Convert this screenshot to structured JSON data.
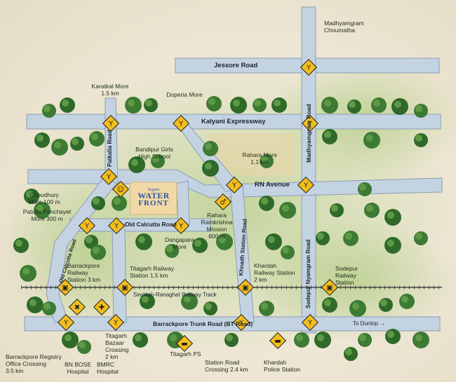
{
  "roads": {
    "jessore": "Jessore Road",
    "kalyani": "Kalyani Expressway",
    "rn_avenue": "RN Avenue",
    "old_calcutta": "Old Calcutta Road",
    "old_calcutta_v": "Old Calcutta Road",
    "bt_road": "Barrackpore Trunk Road (BT Road)",
    "madhyamgram": "Madhyamgram Road",
    "sodepur_nyamgram": "Sodepur Nyamgram Road",
    "khnadh_station": "Khnadh Station Road",
    "patkalia": "Patkalia Road",
    "railway_track": "Sealdah-Ranaghat Railway Track",
    "to_dunlop": "To Dunlop →"
  },
  "places": {
    "madhyamgram_choumatha": "Madhyamgram\nChoumatha",
    "karatkal_more": "Karatkal More\n1.5 km",
    "doperia_more": "Doperia More",
    "bandipur_girls": "Bandipur Girls\nHigh School",
    "rahara_more": "Rahara More\n1.1 km",
    "choudhury_more": "Choudhury\nMore 100 m",
    "patulia_panchayet": "Patulia Panchayet\nMore 300 m",
    "rahara_mission": "Rahara\nRamkrishna\nMission\n600 m",
    "dangapara_more": "Dangapara\nMore",
    "barrackpore_railway": "Barrackpore\nRailway\nStation 3 km",
    "titagarh_railway": "Titagarh Railway\nStation 1.5 km",
    "khardah_railway": "Khardah\nRailway Station\n2 km",
    "sodepur_railway": "Sodepur\nRailway\nStation",
    "barrackpore_registry": "Barrackpore Registry\nOffice Crossing\n3.5 km",
    "bn_bose": "BN BOSE\nHospital",
    "bmrc_hospital": "BMRC\nHospital",
    "titagarh_bazaar": "Titagarh\nBazaar\nCrossing\n2 km",
    "titagarh_ps": "Titagarh PS",
    "station_road_crossing": "Station Road\nCrossing 2.4 km",
    "khardah_police": "Khardah\nPolice Station"
  },
  "project": {
    "brand_top": "Sugam",
    "brand_line1": "WATER",
    "brand_line2": "FRONT"
  },
  "colors": {
    "road_fill": "#c4d3e2",
    "road_edge": "#8a9db2",
    "sign_fill": "#f2bd1d",
    "tree_dark": "#2f6a2a",
    "tree_light": "#5e9a45",
    "grass": "#b9cf8e",
    "site_fill": "#f1d9a6",
    "brand_blue": "#2c58a6"
  },
  "icons": [
    "junction-sign-icon",
    "train-sign-icon",
    "hospital-sign-icon",
    "police-car-sign-icon",
    "school-sign-icon",
    "temple-sign-icon",
    "tree-icon"
  ]
}
